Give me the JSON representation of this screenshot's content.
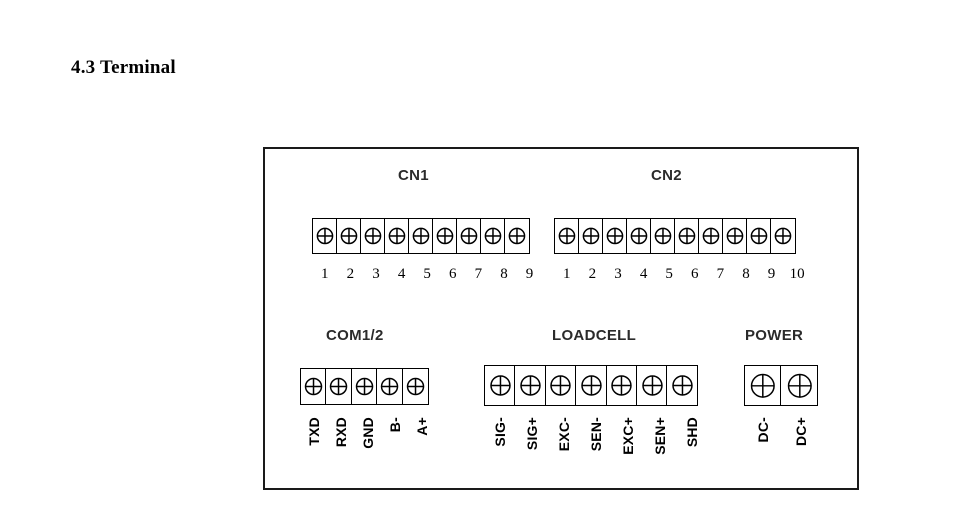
{
  "heading": "4.3 Terminal",
  "diagram": {
    "name": "terminal-block-layout",
    "screw_icon": "screw-terminal-icon",
    "groups": [
      {
        "id": "cn1",
        "title": "CN1",
        "pin_count": 9,
        "pin_numbers": [
          "1",
          "2",
          "3",
          "4",
          "5",
          "6",
          "7",
          "8",
          "9"
        ],
        "signal_labels": []
      },
      {
        "id": "cn2",
        "title": "CN2",
        "pin_count": 10,
        "pin_numbers": [
          "1",
          "2",
          "3",
          "4",
          "5",
          "6",
          "7",
          "8",
          "9",
          "10"
        ],
        "signal_labels": []
      },
      {
        "id": "com12",
        "title": "COM1/2",
        "pin_count": 5,
        "pin_numbers": [],
        "signal_labels": [
          "TXD",
          "RXD",
          "GND",
          "B-",
          "A+"
        ]
      },
      {
        "id": "loadcell",
        "title": "LOADCELL",
        "pin_count": 7,
        "pin_numbers": [],
        "signal_labels": [
          "SIG-",
          "SIG+",
          "EXC-",
          "SEN-",
          "EXC+",
          "SEN+",
          "SHD"
        ]
      },
      {
        "id": "power",
        "title": "POWER",
        "pin_count": 2,
        "pin_numbers": [],
        "signal_labels": [
          "DC-",
          "DC+"
        ]
      }
    ]
  },
  "colors": {
    "background": "#ffffff",
    "line": "#000000",
    "frame": "#1a1a1a",
    "title_text": "#2b2b2b"
  }
}
